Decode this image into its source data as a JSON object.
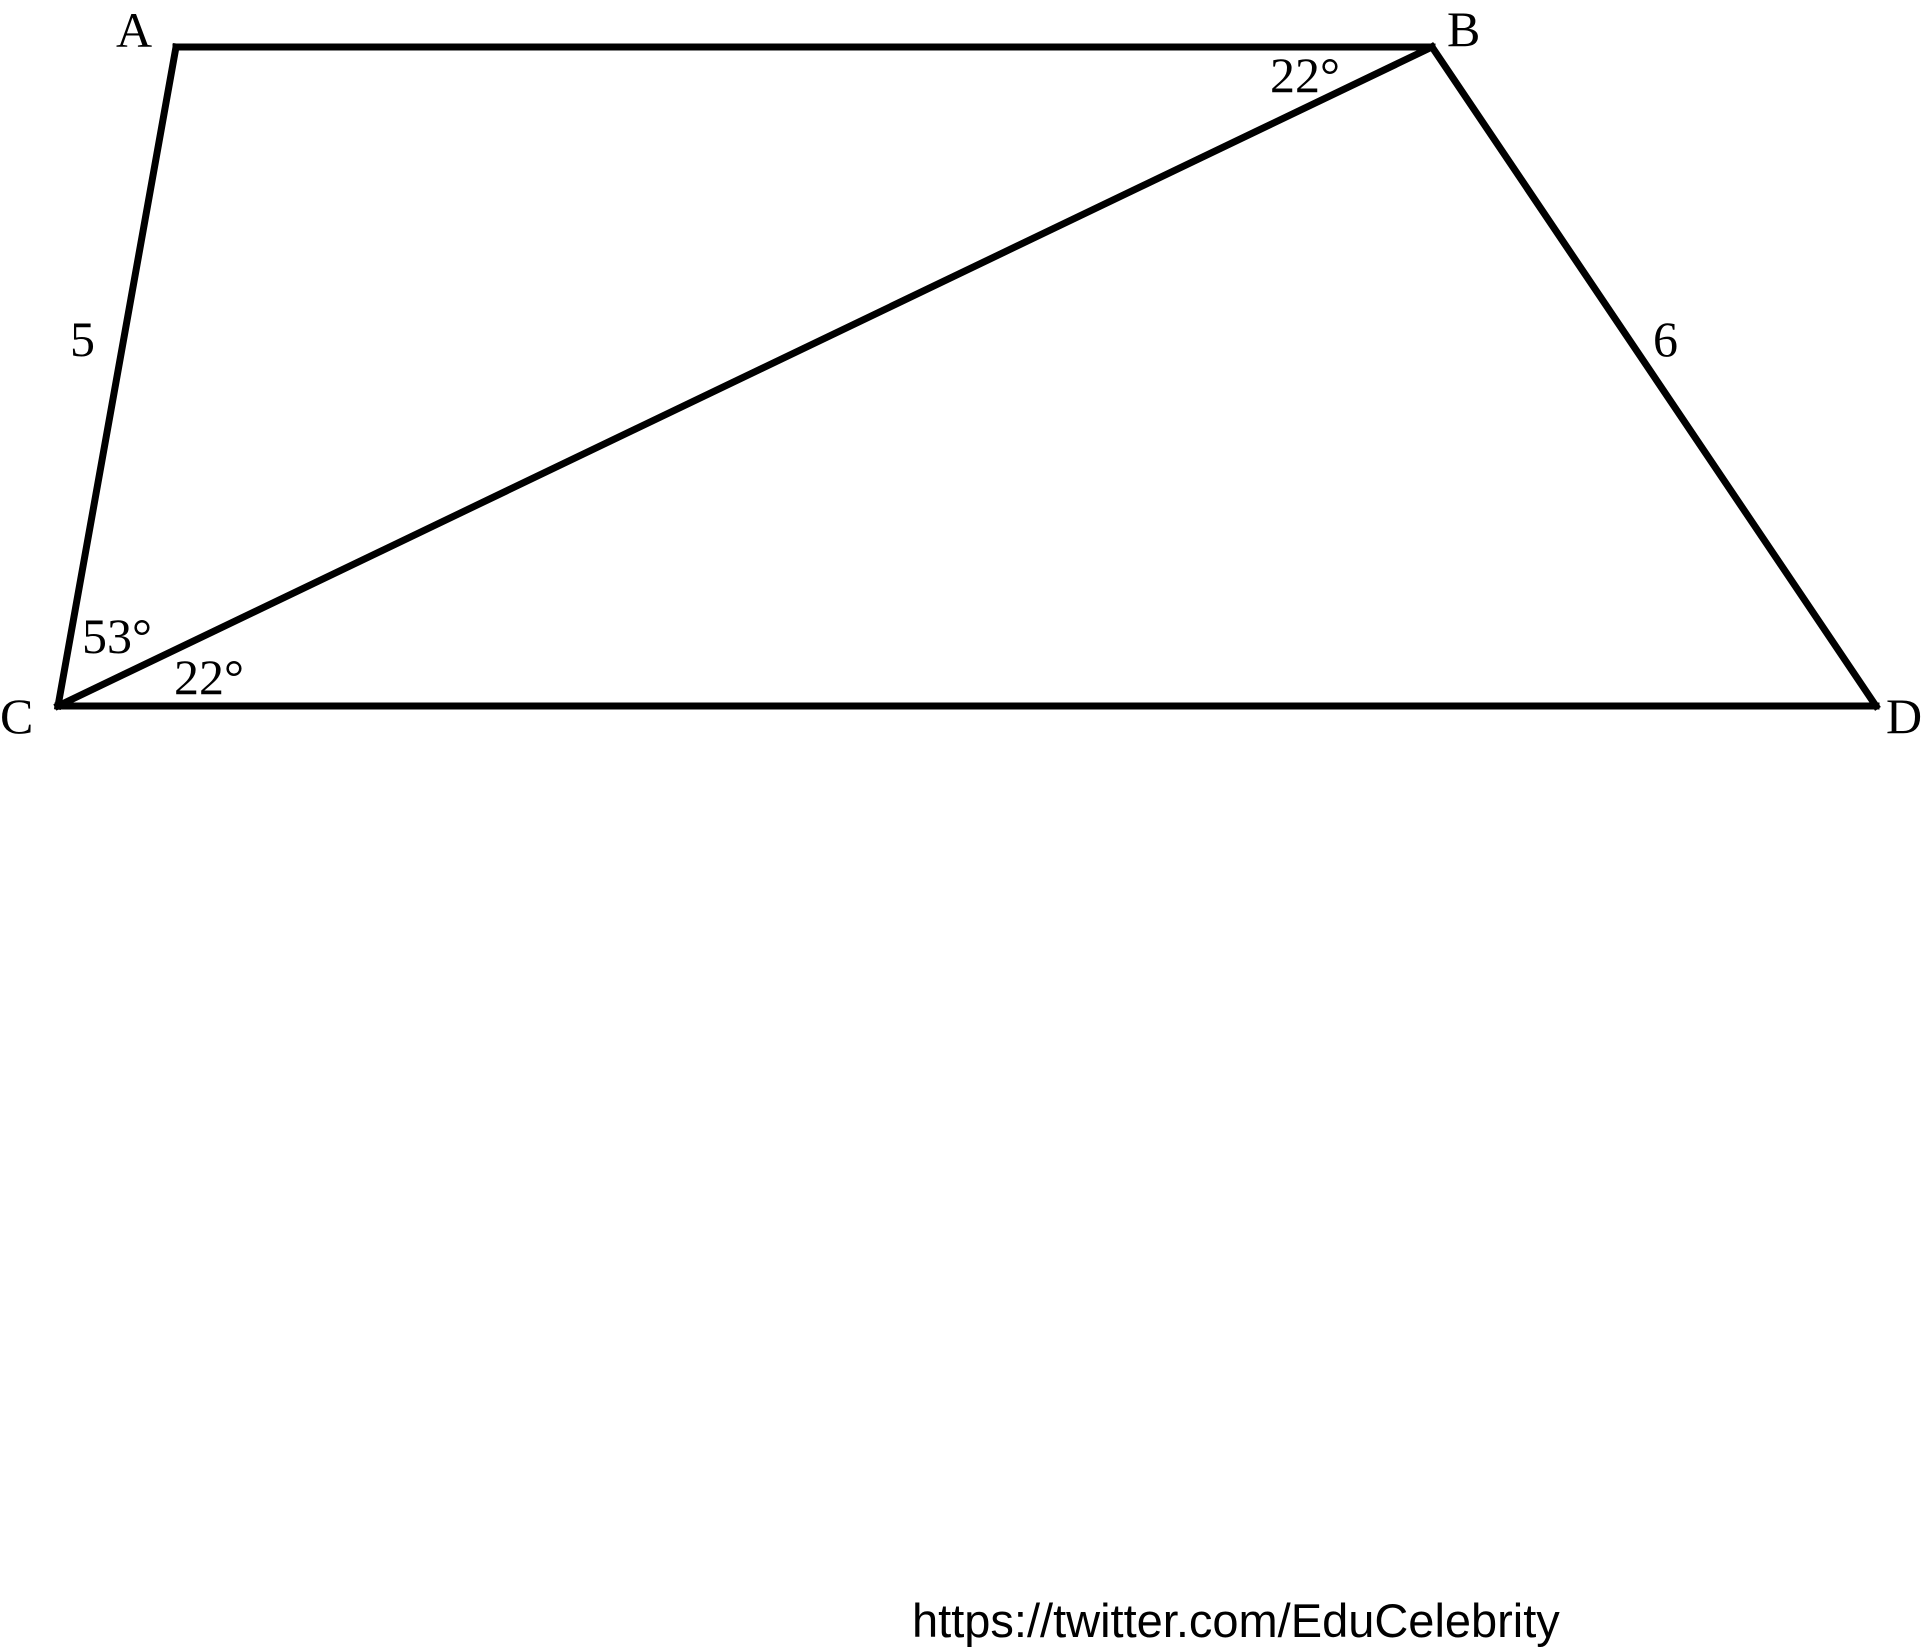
{
  "diagram": {
    "vertices": {
      "A": "A",
      "B": "B",
      "C": "C",
      "D": "D"
    },
    "side_lengths": {
      "AC": "5",
      "BD": "6"
    },
    "angles": {
      "ABC": "22°",
      "ACB": "53°",
      "BCD": "22°"
    },
    "stroke_color": "#000000",
    "background_color": "#ffffff"
  },
  "footer": {
    "credit": "https://twitter.com/EduCelebrity"
  }
}
